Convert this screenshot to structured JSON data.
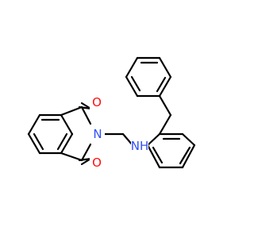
{
  "atoms": {
    "O1": {
      "symbol": "O",
      "color": "#ff0d0d"
    },
    "O2": {
      "symbol": "O",
      "color": "#ff0d0d"
    },
    "N1": {
      "symbol": "N",
      "color": "#3050f8"
    },
    "NH": {
      "symbol": "NH",
      "color": "#3050f8"
    }
  },
  "bond_color": "#000000"
}
